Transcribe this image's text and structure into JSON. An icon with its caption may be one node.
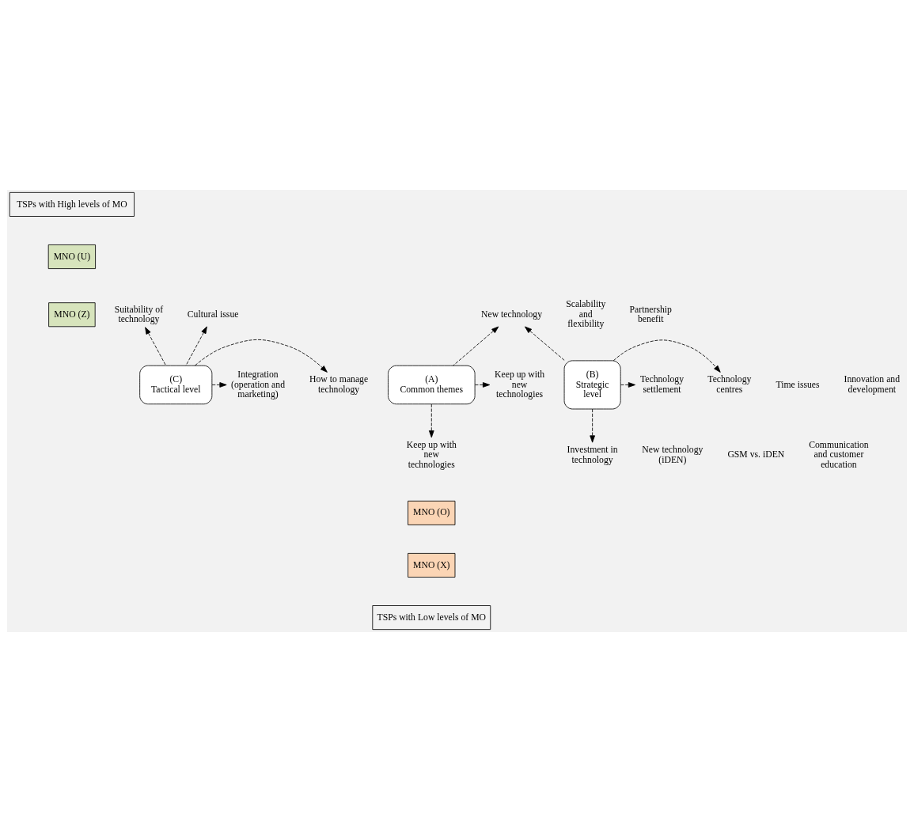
{
  "diagram": {
    "nodes": [
      {
        "text": [
          "TSPs with High levels of MO"
        ]
      },
      {
        "text": [
          "MNO (U)"
        ]
      },
      {
        "text": [
          "MNO (Z)"
        ]
      },
      {
        "text": [
          "Suitability of technology"
        ]
      },
      {
        "text": [
          "Cultural issue"
        ]
      },
      {
        "text": [
          "New technology"
        ]
      },
      {
        "text": [
          "Keep up with new technologies"
        ]
      },
      {
        "text": [
          "(C)",
          "Tactical level"
        ]
      },
      {
        "text": [
          "How to manage technology"
        ]
      },
      {
        "text": [
          "(A)",
          "Common themes"
        ]
      },
      {
        "text": [
          "(B)",
          "Strategic level"
        ]
      },
      {
        "text": [
          "Integration (operation and marketing)"
        ]
      },
      {
        "text": [
          "Technology centres"
        ]
      },
      {
        "text": [
          "Technology settlement"
        ]
      },
      {
        "text": [
          "Keep up with new technologies"
        ]
      },
      {
        "text": [
          "Investment in technology"
        ]
      },
      {
        "text": [
          "MNO (O)"
        ]
      },
      {
        "text": [
          "MNO (X)"
        ]
      },
      {
        "text": [
          "TSPs with Low levels of MO"
        ]
      }
    ],
    "edges": [
      {
        "from": 7,
        "to": 3,
        "arrow": "to",
        "style": "dashed"
      },
      {
        "from": 7,
        "to": 4,
        "arrow": "to",
        "style": "dashed"
      },
      {
        "from": 10,
        "to": 5,
        "arrow": "to",
        "style": "dashed"
      },
      {
        "from": 9,
        "to": 5,
        "arrow": "to",
        "style": "dashed"
      },
      {
        "from": 9,
        "to": 6,
        "arrow": "to",
        "style": "dashed"
      },
      {
        "from": 7,
        "to": 8,
        "arrow": "to",
        "style": "dashed"
      },
      {
        "from": 7,
        "to": 11,
        "arrow": "to",
        "style": "dashed"
      },
      {
        "from": 10,
        "to": 13,
        "arrow": "to",
        "style": "dashed"
      },
      {
        "from": 10,
        "to": 12,
        "arrow": "to",
        "style": "dashed"
      },
      {
        "from": 10,
        "to": 15,
        "arrow": "to",
        "style": "dashed"
      },
      {
        "from": 9,
        "to": 14,
        "arrow": "to",
        "style": "dashed"
      }
    ],
    "labels": [
      "Scalability and flexibility",
      "Partnership benefit",
      "Time issues",
      "Innovation and development",
      "New technology (iDEN)",
      "GSM vs. iDEN",
      "Communication and customer education"
    ]
  }
}
